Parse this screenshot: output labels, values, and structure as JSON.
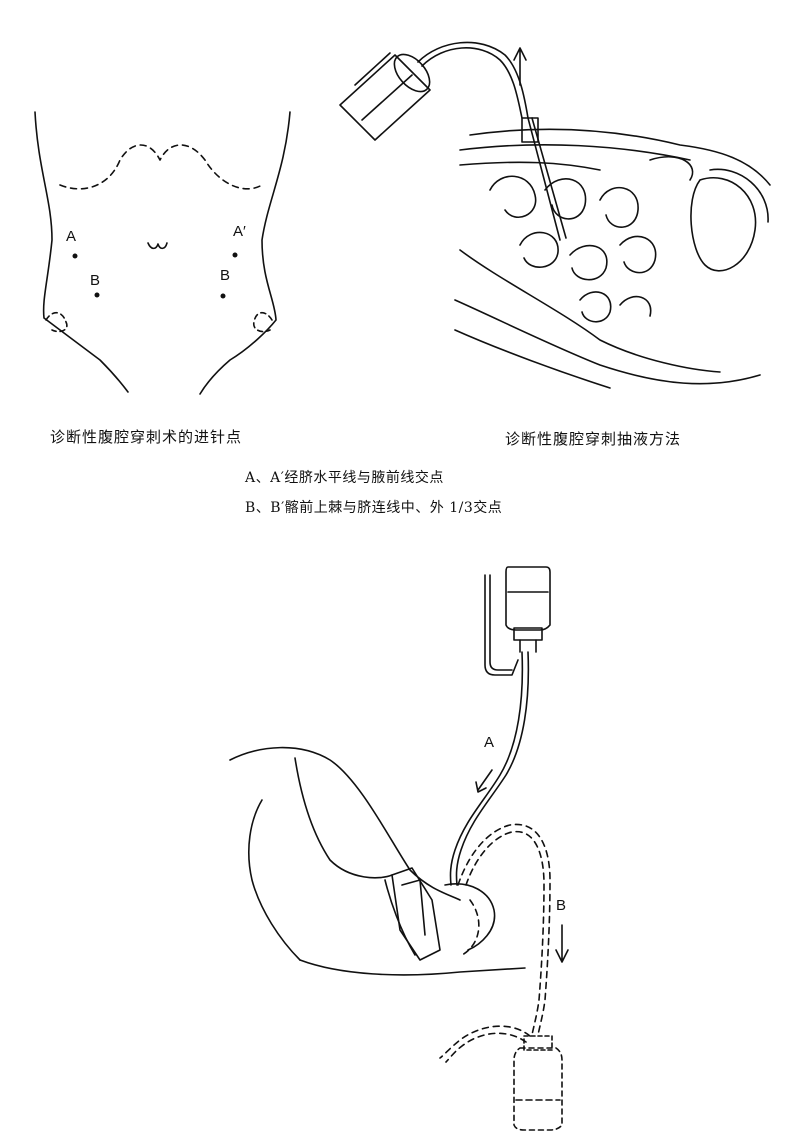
{
  "captions": {
    "left": "诊断性腹腔穿刺术的进针点",
    "right": "诊断性腹腔穿刺抽液方法"
  },
  "legend": {
    "line_a": "A、A′经脐水平线与腋前线交点",
    "line_b": "B、B′髂前上棘与脐连线中、外 1/3交点"
  },
  "points": {
    "a": "A",
    "a_prime": "A′",
    "b": "B",
    "b_prime": "B"
  },
  "flow_labels": {
    "a": "A",
    "b": "B"
  }
}
